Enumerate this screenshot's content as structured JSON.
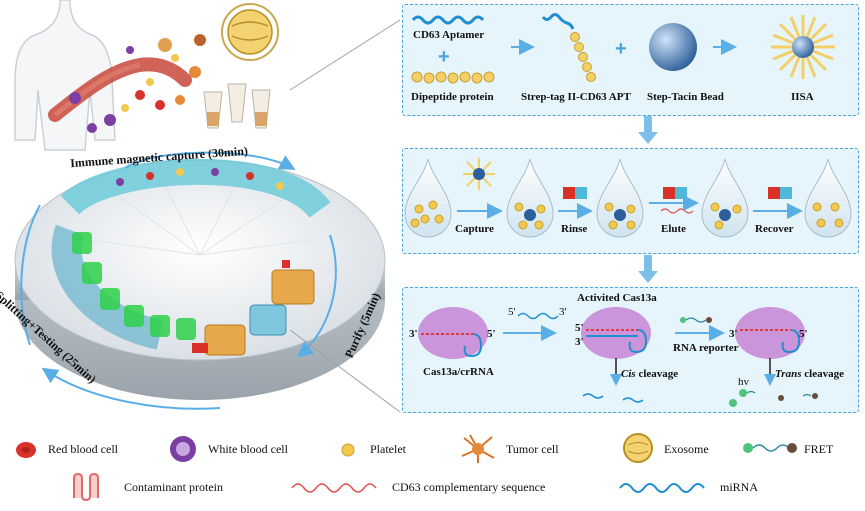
{
  "left": {
    "capture_label": "Immune magnetic capture (30min)",
    "splitting_label": "Splitting+Testing (25min)",
    "purify_label": "Purify (5min)"
  },
  "panel1": {
    "aptamer_label": "CD63 Aptamer",
    "dipeptide_label": "Dipeptide protein",
    "strep_tag_label": "Strep-tag II-CD63 APT",
    "bead_label": "Step-Tacin Bead",
    "iisa_label": "IISA"
  },
  "panel2": {
    "steps": [
      "Capture",
      "Rinse",
      "Elute",
      "Recover"
    ]
  },
  "panel3": {
    "activated_label": "Activited Cas13a",
    "cas_label": "Cas13a/crRNA",
    "cis_italic": "Cis",
    "cis_rest": " cleavage",
    "reporter_label": "RNA reporter",
    "trans_italic": "Trans",
    "trans_rest": " cleavage",
    "hv_label": "hv",
    "end3": "3'",
    "end5": "5'"
  },
  "legend": [
    {
      "label": "Red blood cell",
      "icon": "red-blood-cell-icon"
    },
    {
      "label": "White blood cell",
      "icon": "white-blood-cell-icon"
    },
    {
      "label": "Platelet",
      "icon": "platelet-icon"
    },
    {
      "label": "Tumor cell",
      "icon": "tumor-cell-icon"
    },
    {
      "label": "Exosome",
      "icon": "exosome-icon"
    },
    {
      "label": "FRET",
      "icon": "fret-icon"
    },
    {
      "label": "Contaminant protein",
      "icon": "contaminant-protein-icon"
    },
    {
      "label": "CD63 complementary sequence",
      "icon": "complementary-sequence-icon"
    },
    {
      "label": "miRNA",
      "icon": "mirna-icon"
    }
  ],
  "colors": {
    "panel_border": "#4aa3df",
    "panel_fill": "#e6f4fc",
    "arrow": "#5aaee6",
    "red_cell": "#d9302a",
    "purple_cell": "#7b3fa3",
    "platelet": "#f2c94c",
    "cas13a": "#c78bd6",
    "green_well": "#2fd14a",
    "teal_channel": "#5fc7d8"
  }
}
